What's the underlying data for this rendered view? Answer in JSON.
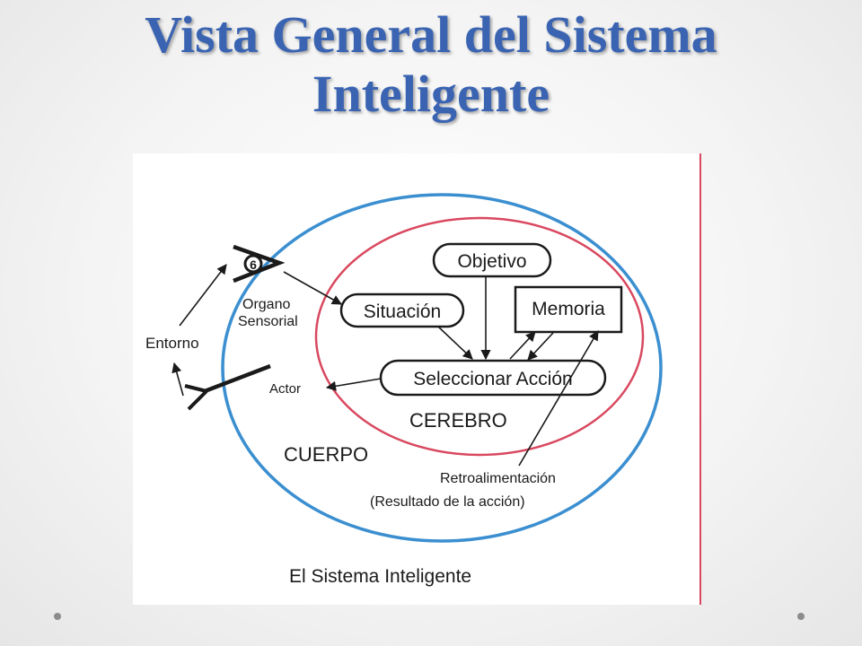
{
  "slide": {
    "title_line1": "Vista General del Sistema",
    "title_line2": "Inteligente"
  },
  "diagram": {
    "outer_label": "CUERPO",
    "inner_label": "CEREBRO",
    "caption": "El Sistema Inteligente",
    "nodes": {
      "objetivo": "Objetivo",
      "memoria": "Memoria",
      "situacion": "Situación",
      "seleccionar_accion": "Seleccionar Acción"
    },
    "labels": {
      "entorno": "Entorno",
      "organo_line1": "Organo",
      "organo_line2": "Sensorial",
      "actor": "Actor",
      "retro_line1": "Retroalimentación",
      "retro_line2": "(Resultado de la acción)"
    },
    "colors": {
      "title": "#3a64b2",
      "outer_ellipse": "#3b8fd0",
      "inner_ellipse": "#d9485f",
      "ink": "#1a1a1a"
    },
    "icons": [
      "eye-icon",
      "actuator-icon"
    ]
  }
}
